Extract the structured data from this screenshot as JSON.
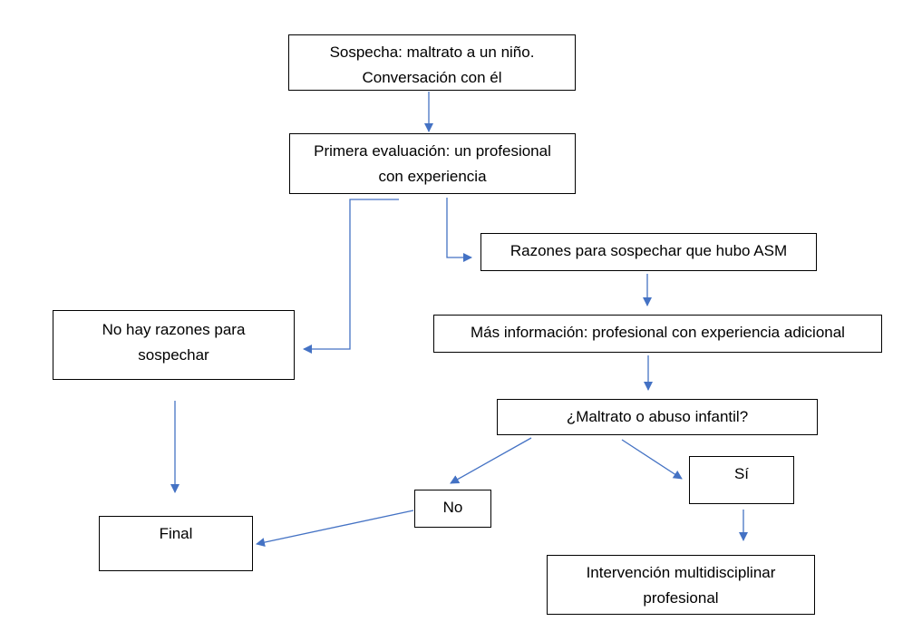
{
  "diagram": {
    "colors": {
      "arrow": "#4472c4",
      "border": "#000000",
      "text": "#000000"
    },
    "nodes": {
      "suspicion": {
        "lines": [
          "Sospecha: maltrato a un niño.",
          "Conversación con él"
        ]
      },
      "first_eval": {
        "lines": [
          "Primera evaluación: un profesional",
          "con experiencia"
        ]
      },
      "reasons": {
        "lines": [
          "Razones para sospechar que hubo ASM"
        ]
      },
      "no_reasons": {
        "lines": [
          "No hay razones para",
          "sospechar"
        ]
      },
      "more_info": {
        "lines": [
          "Más información: profesional con experiencia adicional"
        ]
      },
      "question": {
        "lines": [
          "¿Maltrato o abuso infantil?"
        ]
      },
      "yes": {
        "lines": [
          "Sí"
        ]
      },
      "no": {
        "lines": [
          "No"
        ]
      },
      "final": {
        "lines": [
          "Final"
        ]
      },
      "intervention": {
        "lines": [
          "Intervención multidisciplinar",
          "profesional"
        ]
      }
    }
  }
}
